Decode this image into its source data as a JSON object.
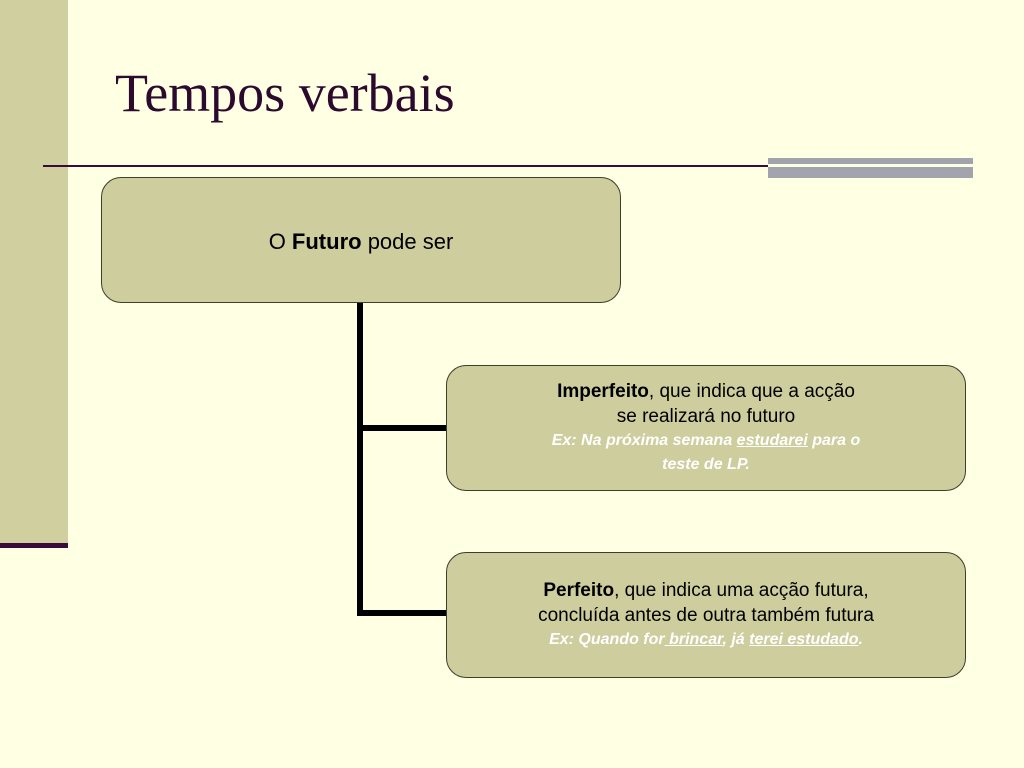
{
  "title": "Tempos verbais",
  "root": {
    "prefix": "O ",
    "bold": "Futuro",
    "suffix": " pode ser"
  },
  "children": [
    {
      "bold": "Imperfeito",
      "line1_rest": ", que indica que a acção",
      "line2": "se realizará no futuro",
      "example_pre": "Ex: Na próxima semana ",
      "example_underlined": "estudarei",
      "example_post": " para o",
      "example_line2": "teste de LP."
    },
    {
      "bold": "Perfeito",
      "line1_rest": ", que indica uma acção futura,",
      "line2": "concluída antes de outra também futura",
      "example_pre": "Ex: Quando for",
      "example_underlined": " brincar",
      "example_mid": ", já ",
      "example_underlined2": "terei estudado",
      "example_post": "."
    }
  ],
  "colors": {
    "background": "#ffffe3",
    "left_band": "#cfcf9f",
    "box_fill": "#cdcd9d",
    "title_text": "#2c0a2e",
    "example_text": "#ffffff",
    "connector": "#000000"
  }
}
